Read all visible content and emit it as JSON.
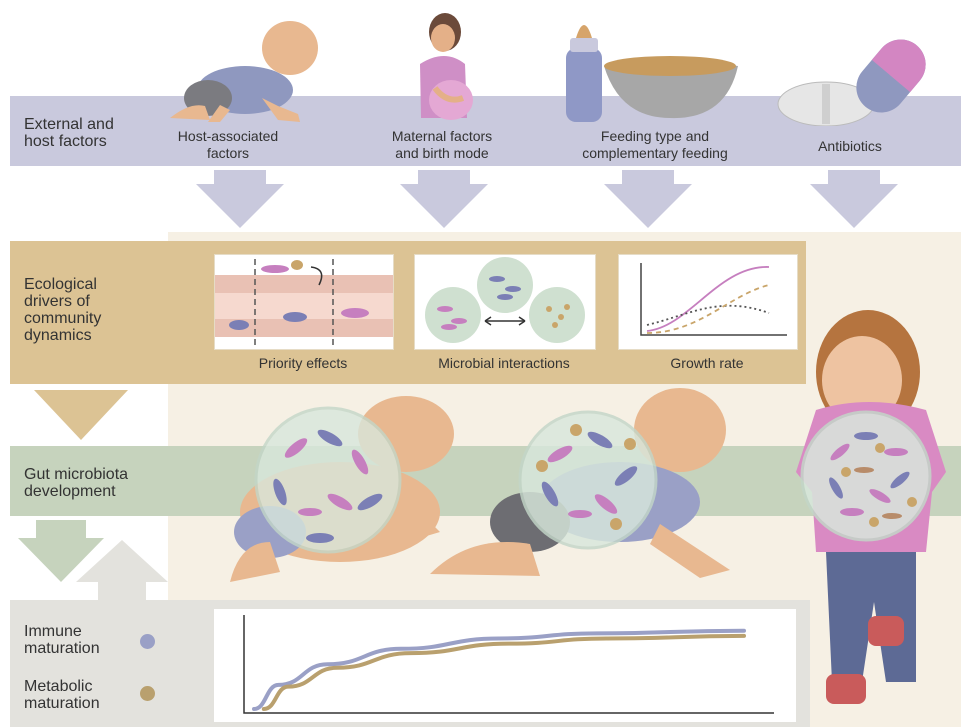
{
  "rows": {
    "external_label": "External and\nhost factors",
    "ecological_label": "Ecological\ndrivers of\ncommunity\ndynamics",
    "gut_label": "Gut microbiota\ndevelopment",
    "immune_label": "Immune\nmaturation",
    "metabolic_label": "Metabolic\nmaturation"
  },
  "factors": [
    {
      "label": "Host-associated\nfactors",
      "icon": "crawling-baby-icon"
    },
    {
      "label": "Maternal factors\nand birth mode",
      "icon": "pregnant-woman-icon"
    },
    {
      "label": "Feeding type and\ncomplementary feeding",
      "icon": "bottle-bowl-icon"
    },
    {
      "label": "Antibiotics",
      "icon": "pills-icon"
    }
  ],
  "panels": [
    {
      "caption": "Priority effects",
      "icon": "gut-lumen-icon"
    },
    {
      "caption": "Microbial interactions",
      "icon": "microbe-community-icon"
    },
    {
      "caption": "Growth rate",
      "icon": "growth-curve-icon"
    }
  ],
  "colors": {
    "immune": "#9aa0c6",
    "metabolic": "#b9a06e",
    "external_band": "#c9c9dd",
    "ecological_box": "#dcc394",
    "gut_band": "#c6d3bd",
    "cream": "#f6f0e4"
  },
  "chart_data": {
    "type": "line",
    "series": [
      {
        "name": "Immune maturation",
        "color": "#9aa0c6",
        "points": [
          [
            0,
            0
          ],
          [
            0.05,
            0.28
          ],
          [
            0.15,
            0.52
          ],
          [
            0.3,
            0.7
          ],
          [
            0.5,
            0.82
          ],
          [
            0.7,
            0.88
          ],
          [
            1,
            0.91
          ]
        ]
      },
      {
        "name": "Metabolic maturation",
        "color": "#b9a06e",
        "points": [
          [
            0.02,
            0
          ],
          [
            0.07,
            0.26
          ],
          [
            0.17,
            0.48
          ],
          [
            0.32,
            0.65
          ],
          [
            0.52,
            0.76
          ],
          [
            0.72,
            0.82
          ],
          [
            1,
            0.85
          ]
        ]
      }
    ],
    "xlabel": "",
    "ylabel": "",
    "grid": false
  }
}
